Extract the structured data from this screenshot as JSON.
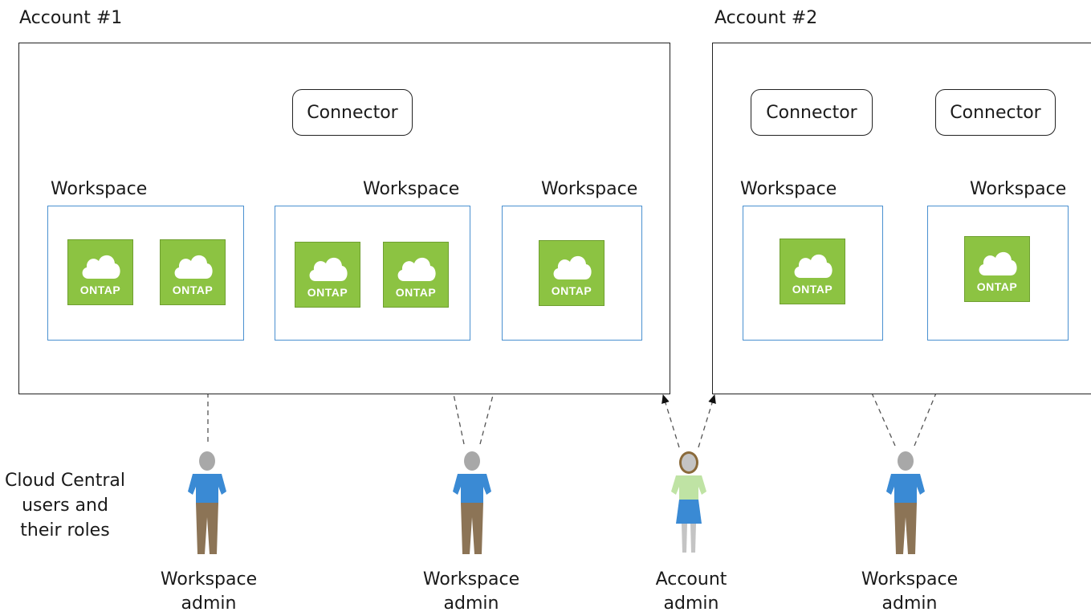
{
  "accounts": [
    {
      "title": "Account #1"
    },
    {
      "title": "Account #2"
    }
  ],
  "connector_label": "Connector",
  "workspace_label": "Workspace",
  "ontap_label": "ONTAP",
  "users_caption": [
    "Cloud Central",
    "users and",
    "their roles"
  ],
  "roles": {
    "workspace_admin": [
      "Workspace",
      "admin"
    ],
    "account_admin": [
      "Account",
      "admin"
    ]
  },
  "colors": {
    "ontap_green": "#8cc342",
    "workspace_border": "#4a90d0",
    "shirt_blue": "#3a8ad4",
    "pants_brown": "#8c7456",
    "shirt_green": "#bfe3a4",
    "skirt_blue": "#3a8ad4"
  }
}
